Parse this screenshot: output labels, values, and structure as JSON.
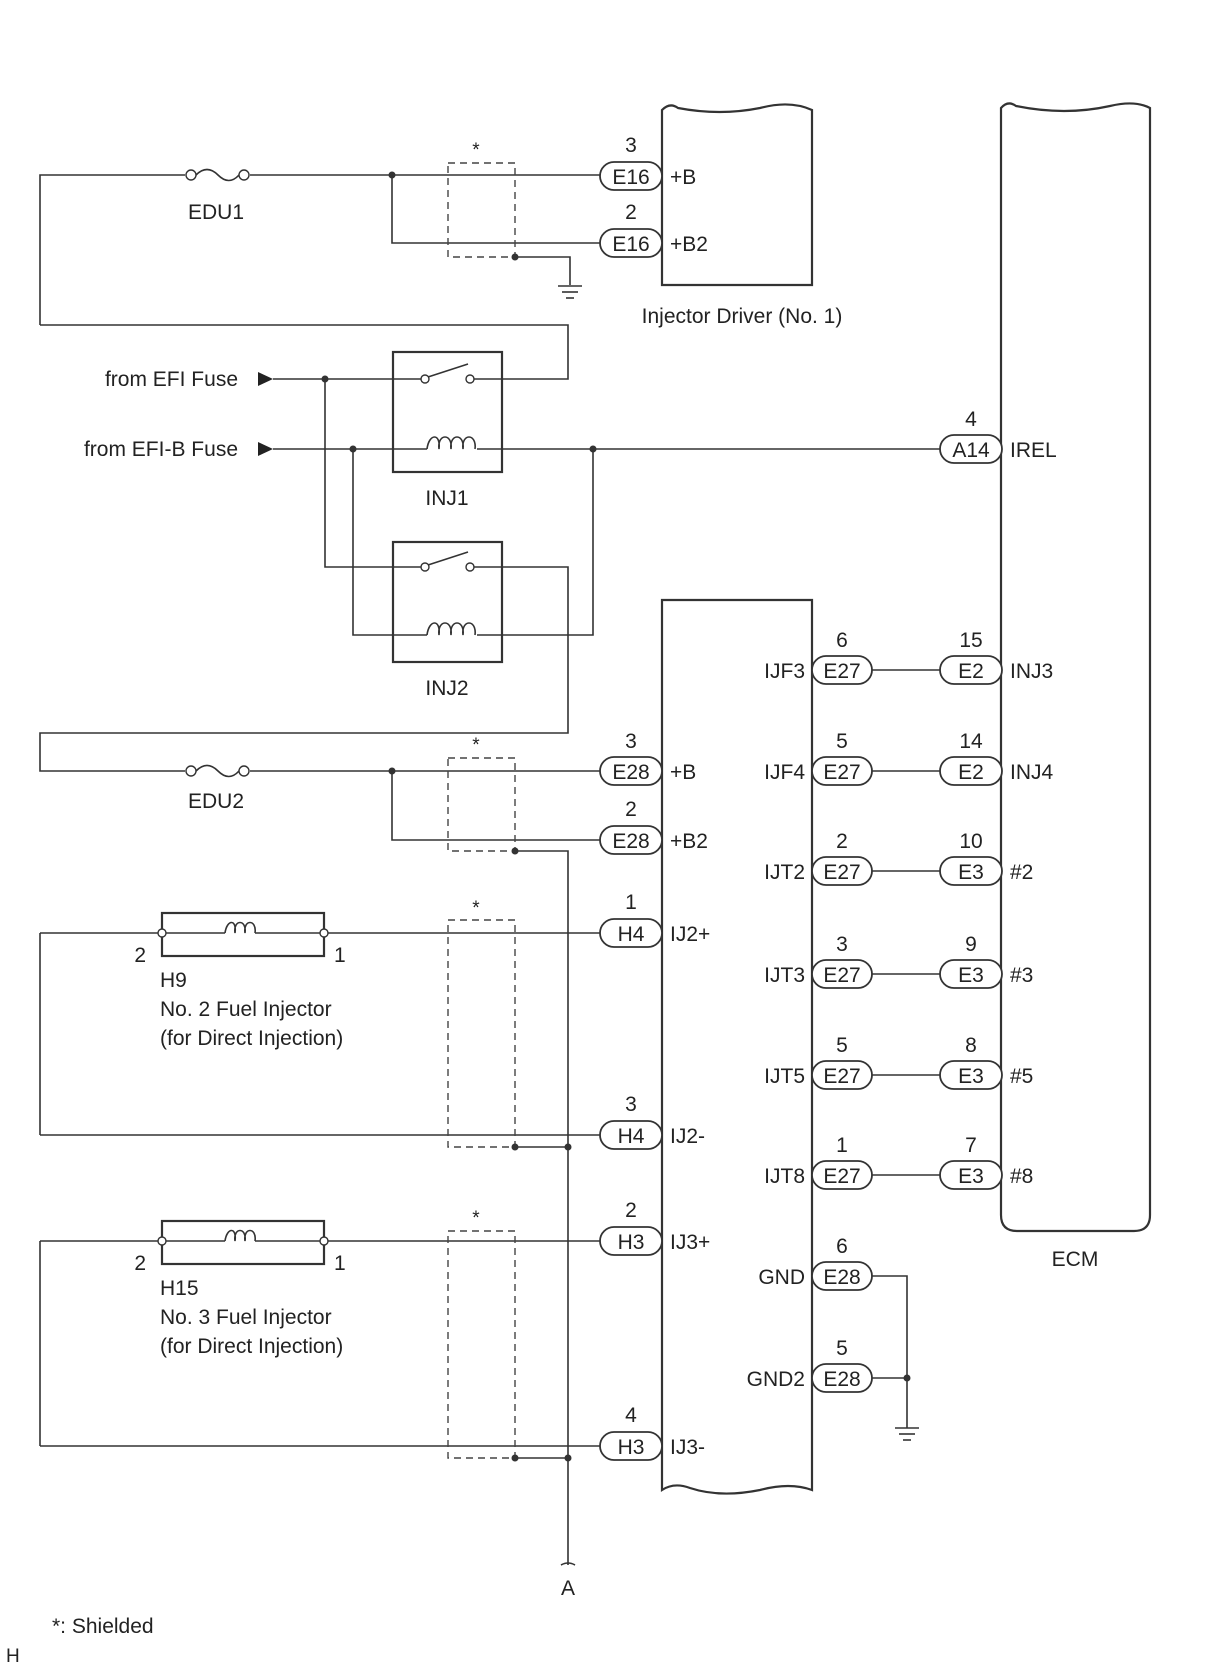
{
  "injector_driver_1": {
    "label": "Injector Driver (No. 1)",
    "pins": [
      {
        "pin": "3",
        "conn": "E16",
        "name": "+B"
      },
      {
        "pin": "2",
        "conn": "E16",
        "name": "+B2"
      }
    ]
  },
  "ecm": {
    "label": "ECM",
    "irel": {
      "pin": "4",
      "conn": "A14",
      "name": "IREL"
    },
    "pins": [
      {
        "pin": "15",
        "conn": "E2",
        "name": "INJ3"
      },
      {
        "pin": "14",
        "conn": "E2",
        "name": "INJ4"
      },
      {
        "pin": "10",
        "conn": "E3",
        "name": "#2"
      },
      {
        "pin": "9",
        "conn": "E3",
        "name": "#3"
      },
      {
        "pin": "8",
        "conn": "E3",
        "name": "#5"
      },
      {
        "pin": "7",
        "conn": "E3",
        "name": "#8"
      }
    ]
  },
  "fuses": {
    "edu1": "EDU1",
    "edu2": "EDU2"
  },
  "relays": {
    "inj1": "INJ1",
    "inj2": "INJ2"
  },
  "sources": {
    "efi": "from EFI Fuse",
    "efi_b": "from EFI-B Fuse"
  },
  "driver_2": {
    "power_pins": [
      {
        "pin": "3",
        "conn": "E28",
        "name": "+B"
      },
      {
        "pin": "2",
        "conn": "E28",
        "name": "+B2"
      }
    ],
    "injector_pins": [
      {
        "pin": "1",
        "conn": "H4",
        "name": "IJ2+"
      },
      {
        "pin": "3",
        "conn": "H4",
        "name": "IJ2-"
      },
      {
        "pin": "2",
        "conn": "H3",
        "name": "IJ3+"
      },
      {
        "pin": "4",
        "conn": "H3",
        "name": "IJ3-"
      }
    ],
    "signal_pins": [
      {
        "pin": "6",
        "conn": "E27",
        "name": "IJF3"
      },
      {
        "pin": "5",
        "conn": "E27",
        "name": "IJF4"
      },
      {
        "pin": "2",
        "conn": "E27",
        "name": "IJT2"
      },
      {
        "pin": "3",
        "conn": "E27",
        "name": "IJT3"
      },
      {
        "pin": "5",
        "conn": "E27",
        "name": "IJT5"
      },
      {
        "pin": "1",
        "conn": "E27",
        "name": "IJT8"
      }
    ],
    "ground_pins": [
      {
        "pin": "6",
        "conn": "E28",
        "name": "GND"
      },
      {
        "pin": "5",
        "conn": "E28",
        "name": "GND2"
      }
    ]
  },
  "injectors": [
    {
      "code": "H9",
      "name": "No. 2 Fuel Injector",
      "note": "(for Direct Injection)",
      "pin_left": "2",
      "pin_right": "1"
    },
    {
      "code": "H15",
      "name": "No. 3 Fuel Injector",
      "note": "(for Direct Injection)",
      "pin_left": "2",
      "pin_right": "1"
    }
  ],
  "shield_mark": "*",
  "footnote": "*: Shielded",
  "ref_a": "A",
  "corner_label": "H"
}
